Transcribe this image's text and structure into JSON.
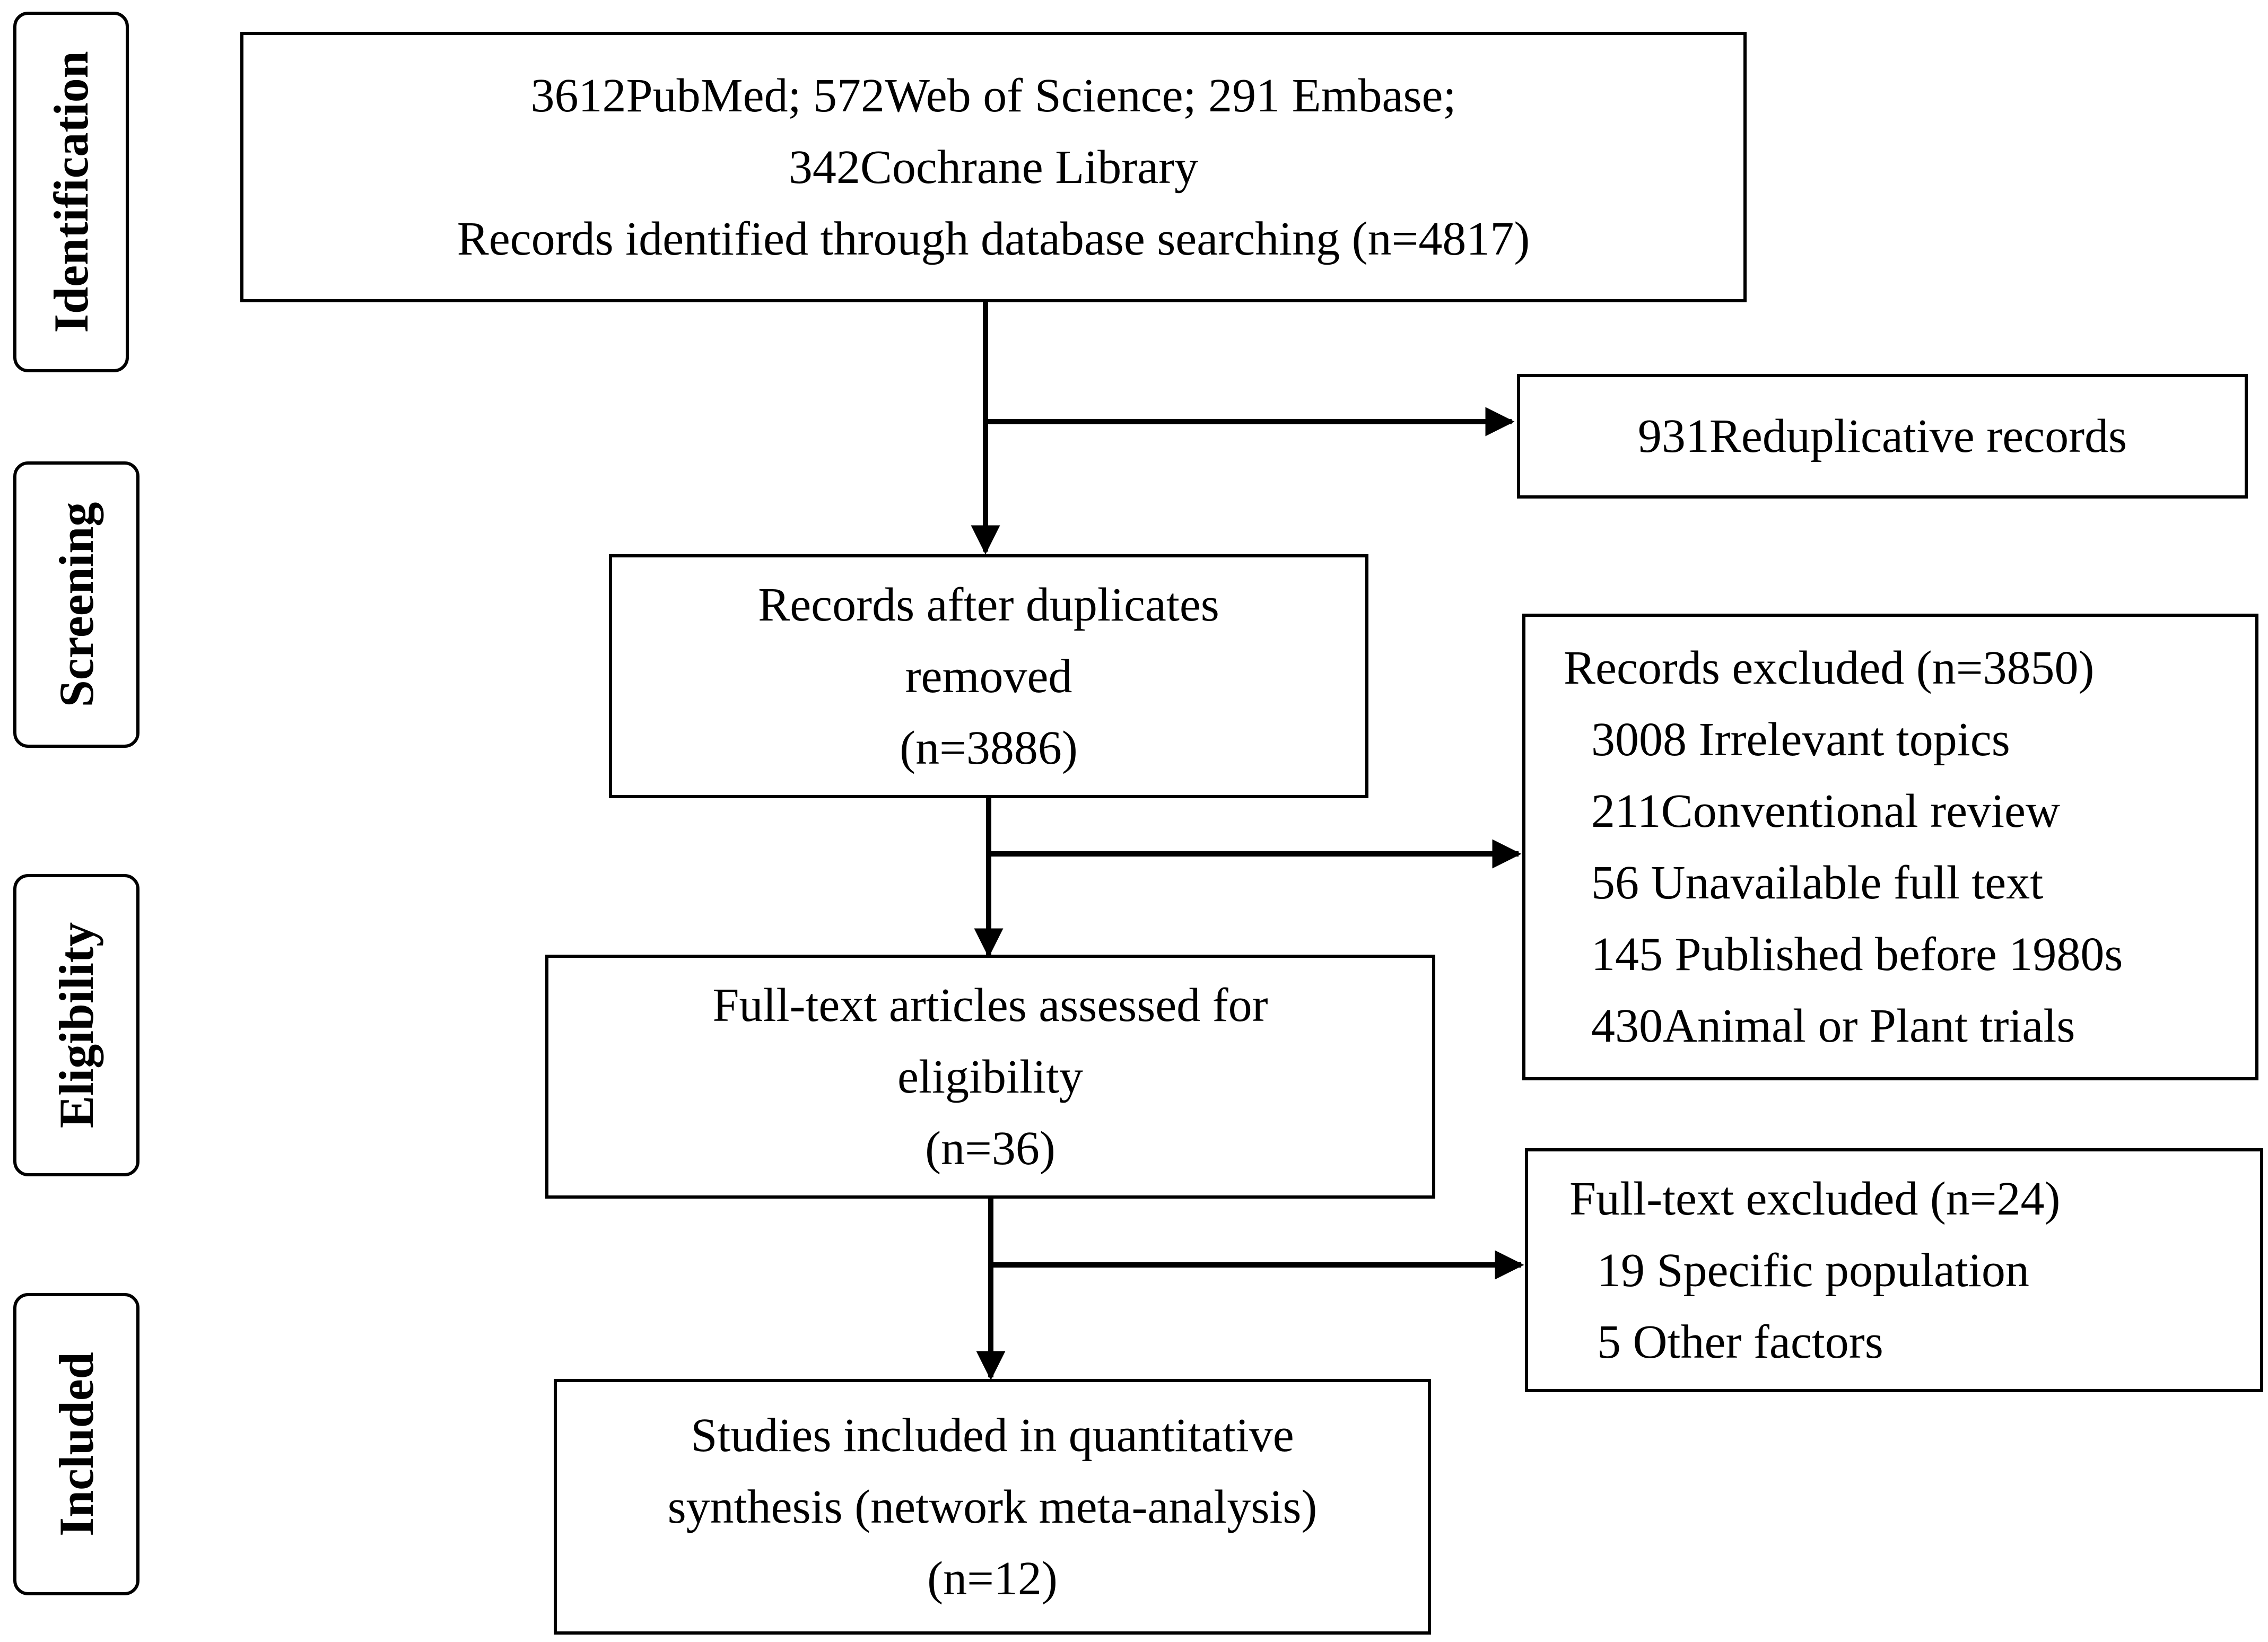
{
  "stages": {
    "identification": "Identification",
    "screening": "Screening",
    "eligibility": "Eligibility",
    "included": "Included"
  },
  "identification_box": {
    "lines": [
      "3612PubMed; 572Web of Science; 291 Embase;",
      "342Cochrane Library",
      "Records identified through database searching (n=4817)"
    ]
  },
  "duplicates_box": {
    "line": "931Reduplicative records"
  },
  "screened_box": {
    "lines": [
      "Records after duplicates",
      "removed",
      "(n=3886)"
    ]
  },
  "records_excluded_box": {
    "header": "Records excluded (n=3850)",
    "items": [
      "3008 Irrelevant topics",
      "211Conventional review",
      "56 Unavailable full text",
      "145 Published before 1980s",
      "430Animal or Plant trials"
    ]
  },
  "fulltext_box": {
    "lines": [
      "Full-text articles assessed for",
      "eligibility",
      "(n=36)"
    ]
  },
  "fulltext_excluded_box": {
    "header": "Full-text excluded (n=24)",
    "items": [
      "19 Specific population",
      "5 Other factors"
    ]
  },
  "included_box": {
    "lines": [
      "Studies included in quantitative",
      "synthesis (network meta-analysis)",
      "(n=12)"
    ]
  }
}
